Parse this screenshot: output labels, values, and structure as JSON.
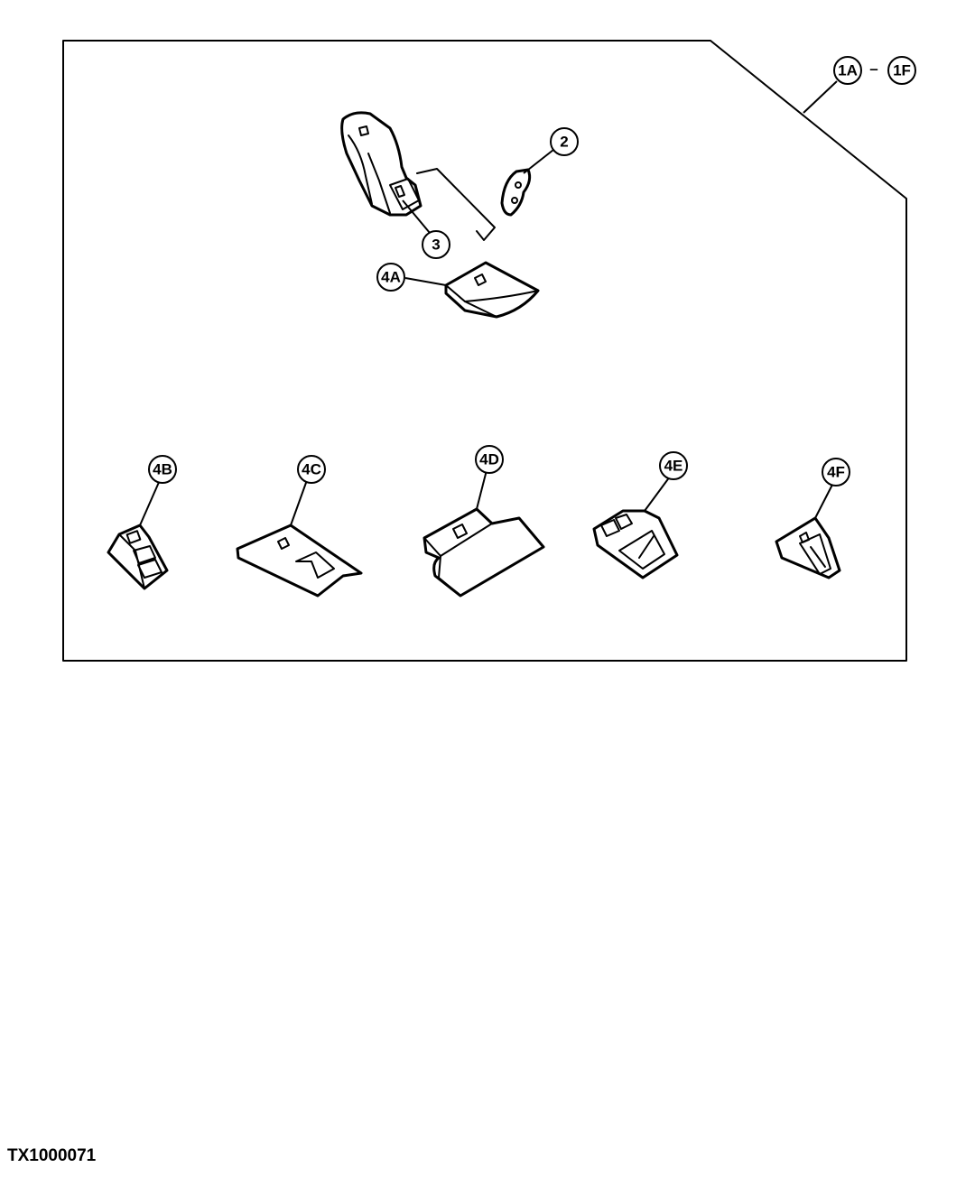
{
  "callouts": {
    "c1a": "1A",
    "c1f": "1F",
    "c2": "2",
    "c3": "3",
    "c4a": "4A",
    "c4b": "4B",
    "c4c": "4C",
    "c4d": "4D",
    "c4e": "4E",
    "c4f": "4F"
  },
  "range_separator": "–",
  "figure_id": "TX1000071"
}
